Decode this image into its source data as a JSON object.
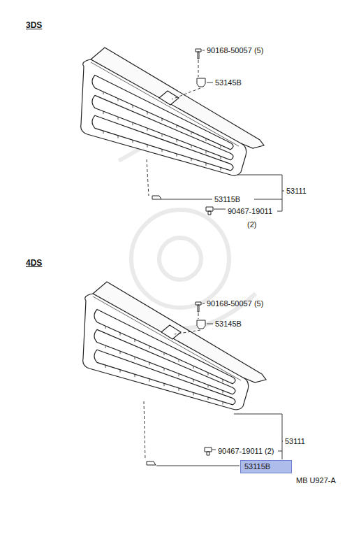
{
  "diagram": {
    "nodes": [
      {
        "text": [
          "53115B"
        ]
      }
    ],
    "labels": [
      "3DS",
      "90168-50057 (5)",
      "53145B",
      "53115B",
      "53111",
      "90467-19011",
      "(2)",
      "4DS",
      "90168-50057 (5)",
      "53145B",
      "53111",
      "90467-19011 (2)",
      "MB U927-A"
    ]
  }
}
